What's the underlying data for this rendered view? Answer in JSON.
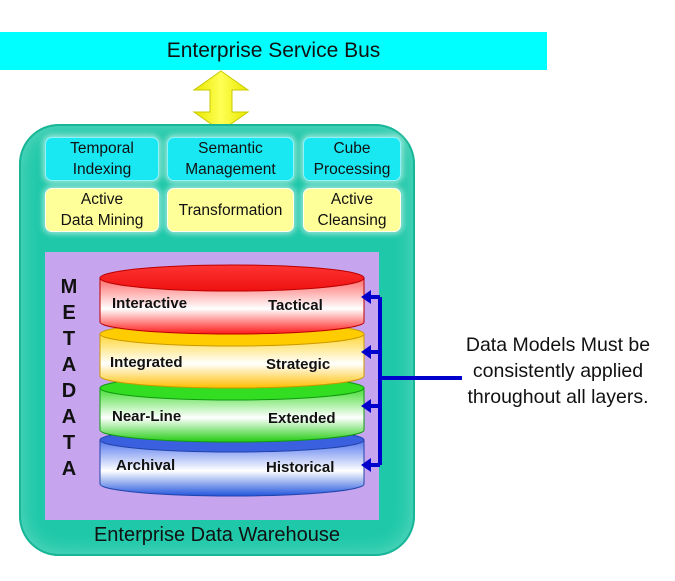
{
  "bus": {
    "title": "Enterprise Service Bus"
  },
  "warehouse": {
    "title": "Enterprise Data Warehouse"
  },
  "services": {
    "row1": [
      {
        "label": "Temporal\nIndexing"
      },
      {
        "label": "Semantic\nManagement"
      },
      {
        "label": "Cube\nProcessing"
      }
    ],
    "row2": [
      {
        "label": "Active\nData Mining"
      },
      {
        "label": "Transformation"
      },
      {
        "label": "Active\nCleansing"
      }
    ]
  },
  "metadata": {
    "letters": [
      "M",
      "E",
      "T",
      "A",
      "D",
      "A",
      "T",
      "A"
    ]
  },
  "layers": [
    {
      "left": "Interactive",
      "right": "Tactical",
      "color": "#ff2020"
    },
    {
      "left": "Integrated",
      "right": "Strategic",
      "color": "#ffcc00"
    },
    {
      "left": "Near-Line",
      "right": "Extended",
      "color": "#33dd22"
    },
    {
      "left": "Archival",
      "right": "Historical",
      "color": "#3366dd"
    }
  ],
  "note": {
    "text": "Data Models Must be consistently applied throughout all layers."
  },
  "colors": {
    "bus": "#00ffff",
    "warehouse": "#1ec8a9",
    "metadata_panel": "#c7a4ee",
    "connector": "#0000cc",
    "arrow": "#ffff33"
  }
}
